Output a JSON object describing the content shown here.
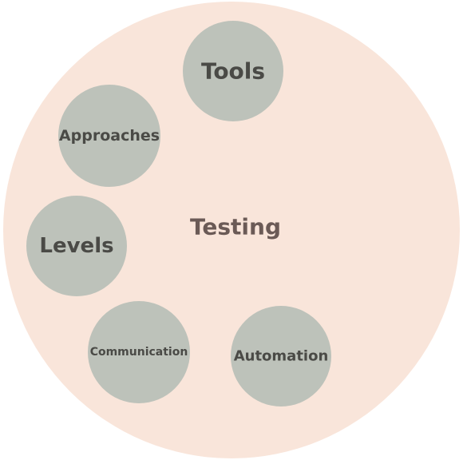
{
  "diagram": {
    "center_label": "Testing",
    "nodes": [
      {
        "label": "Tools"
      },
      {
        "label": "Approaches"
      },
      {
        "label": "Levels"
      },
      {
        "label": "Communication"
      },
      {
        "label": "Automation"
      }
    ]
  },
  "colors": {
    "outer_fill": "#f9e5da",
    "node_fill": "#bdc2ba",
    "text": "#4a4a46",
    "center_text": "#6b5a56"
  }
}
